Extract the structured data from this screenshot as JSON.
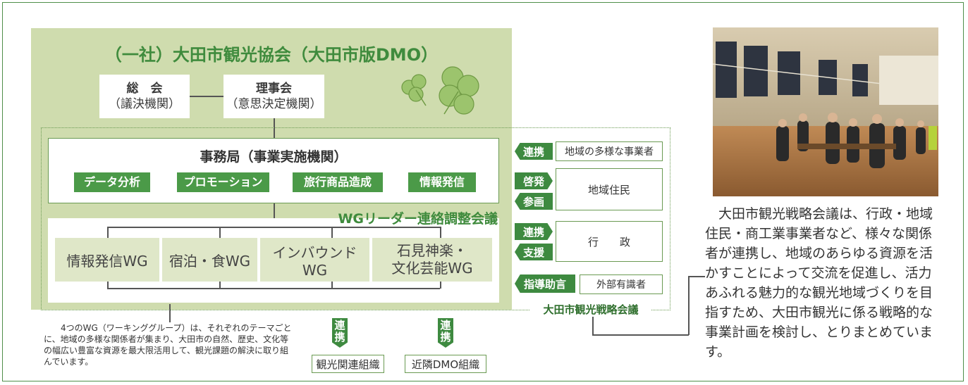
{
  "dmo": {
    "title": "（一社）大田市観光協会（大田市版DMO）",
    "general_meeting": {
      "line1": "総　会",
      "line2": "（議決機関）"
    },
    "board": {
      "line1": "理事会",
      "line2": "（意思決定機関）"
    },
    "secretariat": "事務局（事業実施機関）",
    "functions": [
      "データ分析",
      "プロモーション",
      "旅行商品造成",
      "情報発信"
    ],
    "wg_council": "WGリーダー連絡調整会議",
    "wgs": [
      "情報発信WG",
      "宿泊・食WG",
      "インバウンドWG",
      "石見神楽・\n文化芸能WG"
    ]
  },
  "strategy": {
    "name": "大田市観光戦略会議",
    "relations": [
      {
        "tags": [
          "連携"
        ],
        "partner": "地域の多様な事業者"
      },
      {
        "tags": [
          "啓発",
          "参画"
        ],
        "partner": "地域住民"
      },
      {
        "tags": [
          "連携",
          "支援"
        ],
        "partner": "行　　政"
      },
      {
        "tags": [
          "指導助言"
        ],
        "partner": "外部有識者"
      }
    ]
  },
  "bottom": {
    "wg_note": "4つのWG（ワーキンググループ）は、それぞれのテーマごとに、地域の多様な関係者が集まり、大田市の自然、歴史、文化等の幅広い豊富な資源を最大限活用して、観光課題の解決に取り組んでいます。",
    "link_tag": "連携",
    "orgs": [
      "観光関連組織",
      "近隣DMO組織"
    ]
  },
  "side": {
    "description": "大田市観光戦略会議は、行政・地域住民・商工業事業者など、様々な関係者が連携し、地域のあらゆる資源を活かすことによって交流を促進し、活力あふれる魅力的な観光地域づくりを目指すため、大田市観光に係る戦略的な事業計画を検討し、とりまとめています。"
  },
  "colors": {
    "accent": "#4b9a48",
    "panel": "#cfdcae",
    "frame": "#4f8f4a"
  }
}
